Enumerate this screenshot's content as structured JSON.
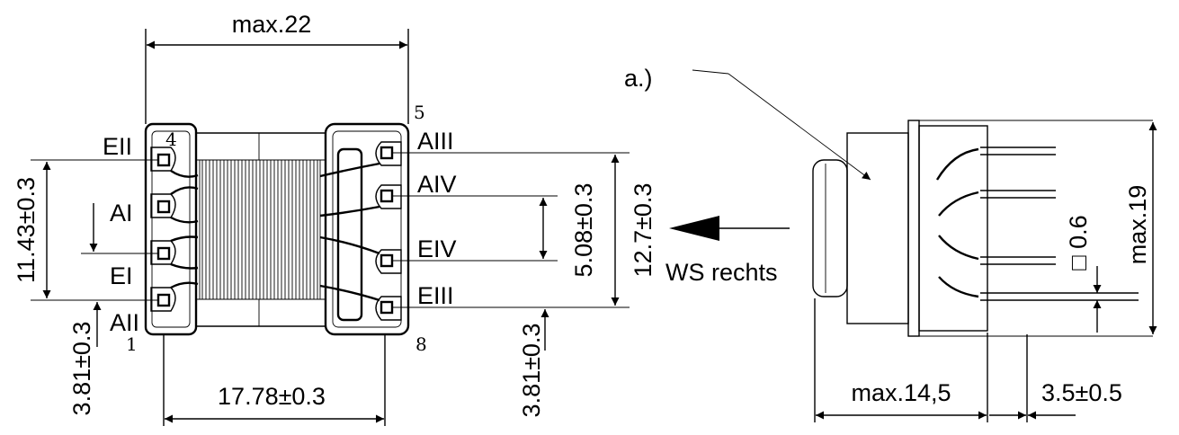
{
  "front_view": {
    "width_label": "max.22",
    "pin_pitch_label": "17.78±0.3",
    "left_height_label": "11.43±0.3",
    "left_offset_label": "3.81±0.3",
    "right_inner_label": "5.08±0.3",
    "right_outer_label": "12.7±0.3",
    "right_offset_label": "3.81±0.3",
    "pin_numbers": {
      "p1": "1",
      "p4": "4",
      "p5": "5",
      "p8": "8"
    },
    "left_terminals": [
      "EII",
      "AI",
      "EI",
      "AII"
    ],
    "right_terminals": [
      "AIII",
      "AIV",
      "EIV",
      "EIII"
    ]
  },
  "side_view": {
    "callout_label": "a.)",
    "direction_label": "WS rechts",
    "height_label": "max.19",
    "pin_size_label": "□ 0.6",
    "depth_label": "max.14,5",
    "pin_length_label": "3.5±0.5"
  }
}
